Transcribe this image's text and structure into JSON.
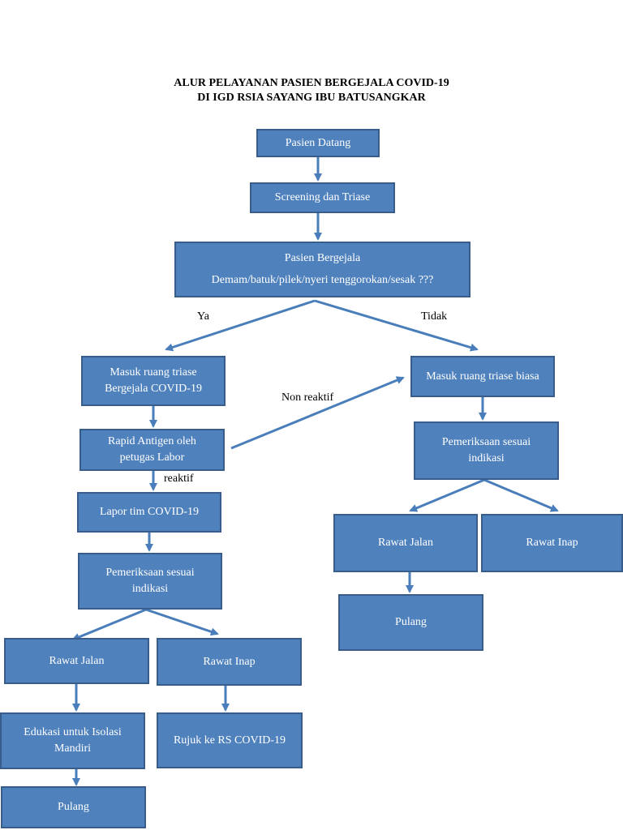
{
  "title": {
    "line1": "ALUR PELAYANAN PASIEN BERGEJALA COVID-19",
    "line2": "DI IGD RSIA SAYANG IBU BATUSANGKAR"
  },
  "boxes": {
    "pasien_datang": "Pasien Datang",
    "screening": "Screening dan Triase",
    "bergejala_title": "Pasien Bergejala",
    "bergejala_detail": "Demam/batuk/pilek/nyeri tenggorokan/sesak ???",
    "ruang_covid_1": "Masuk ruang triase",
    "ruang_covid_2": "Bergejala COVID-19",
    "rapid_1": "Rapid Antigen oleh",
    "rapid_2": "petugas Labor",
    "lapor": "Lapor tim COVID-19",
    "periksa_left_1": "Pemeriksaan sesuai",
    "periksa_left_2": "indikasi",
    "rawat_jalan_left": "Rawat Jalan",
    "rawat_inap_left": "Rawat Inap",
    "edukasi_1": "Edukasi untuk Isolasi",
    "edukasi_2": "Mandiri",
    "rujuk": "Rujuk ke RS COVID-19",
    "pulang_left": "Pulang",
    "ruang_biasa": "Masuk ruang triase biasa",
    "periksa_right_1": "Pemeriksaan sesuai",
    "periksa_right_2": "indikasi",
    "rawat_jalan_right": "Rawat Jalan",
    "rawat_inap_right": "Rawat Inap",
    "pulang_right": "Pulang"
  },
  "labels": {
    "ya": "Ya",
    "tidak": "Tidak",
    "non_reaktif": "Non reaktif",
    "reaktif": "reaktif"
  },
  "colors": {
    "box_fill": "#4f81bd",
    "box_border": "#385d8a",
    "arrow": "#4a7ebb"
  }
}
